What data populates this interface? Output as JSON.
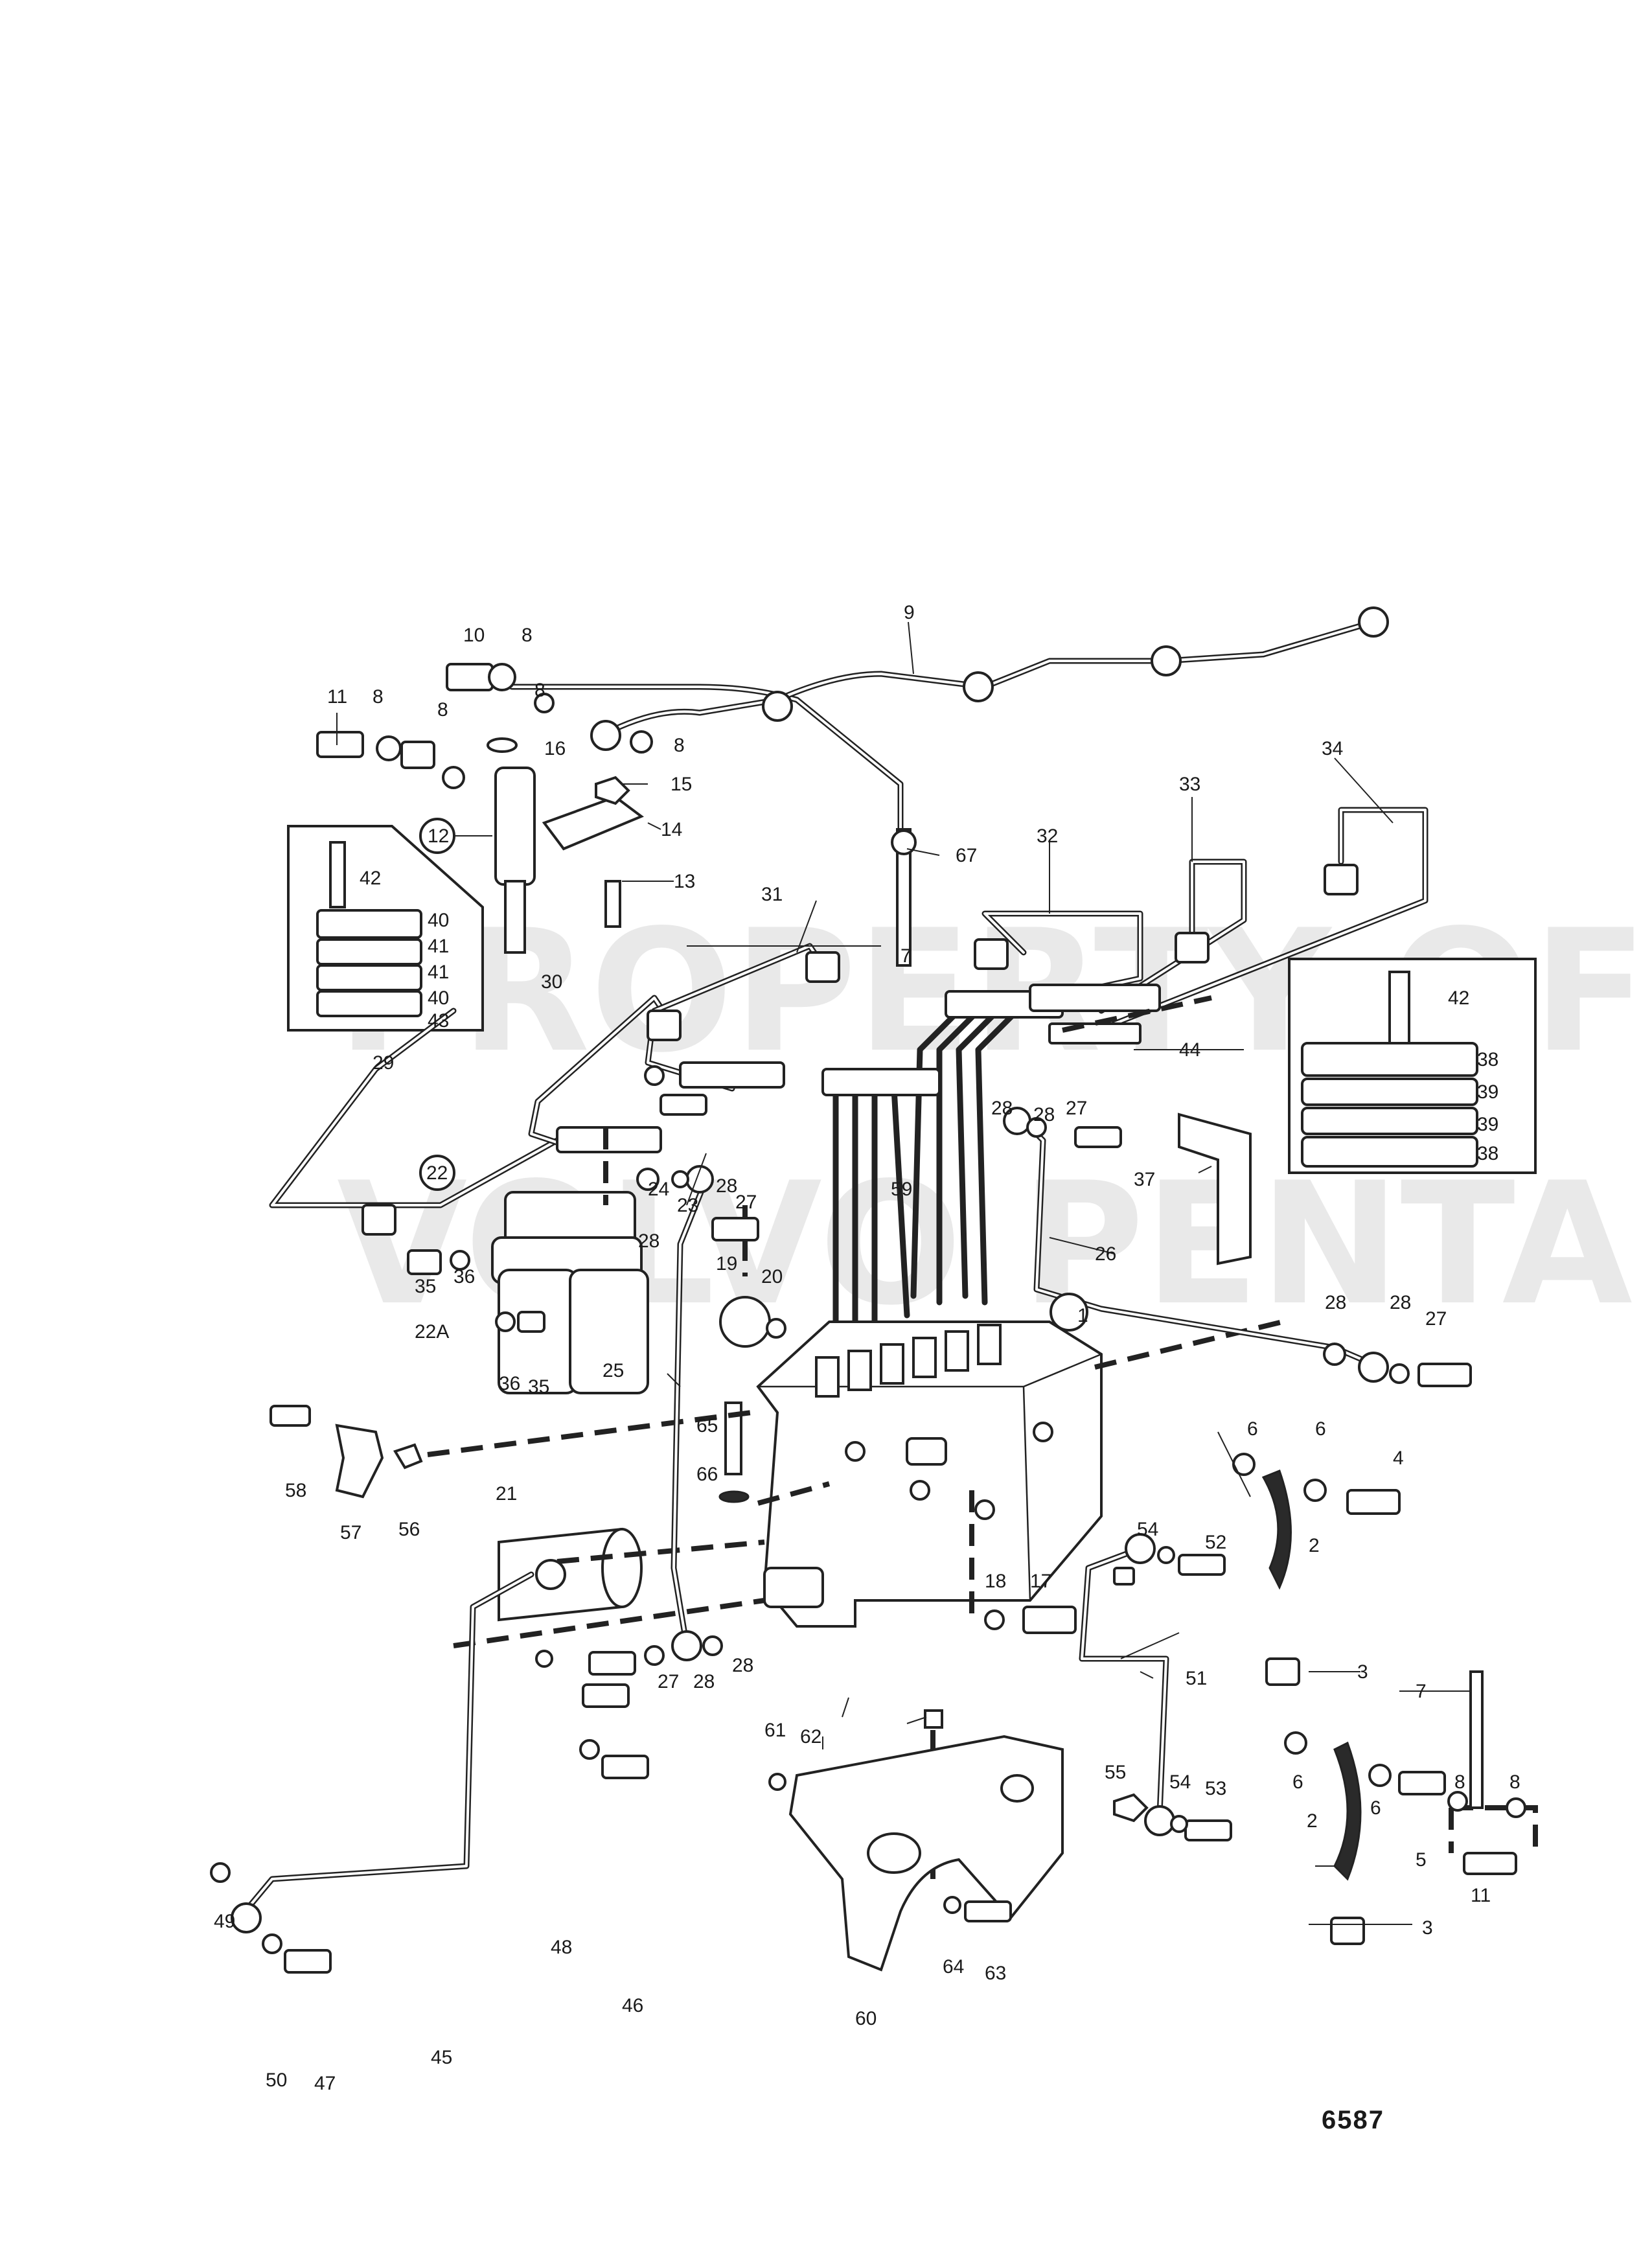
{
  "diagram": {
    "reference_number": "6587",
    "watermark_lines": [
      "PROPERTY OF",
      "VOLVO PENTA"
    ],
    "part_callouts": [
      "1",
      "2",
      "3",
      "4",
      "5",
      "6",
      "7",
      "8",
      "9",
      "10",
      "11",
      "12",
      "13",
      "14",
      "15",
      "16",
      "17",
      "18",
      "19",
      "20",
      "21",
      "22",
      "22A",
      "23",
      "24",
      "25",
      "26",
      "27",
      "28",
      "29",
      "30",
      "31",
      "32",
      "33",
      "34",
      "35",
      "36",
      "37",
      "38",
      "39",
      "40",
      "41",
      "42",
      "43",
      "44",
      "45",
      "46",
      "47",
      "48",
      "49",
      "50",
      "51",
      "52",
      "53",
      "54",
      "55",
      "56",
      "57",
      "58",
      "59",
      "60",
      "61",
      "62",
      "63",
      "64",
      "65",
      "66",
      "67"
    ]
  }
}
